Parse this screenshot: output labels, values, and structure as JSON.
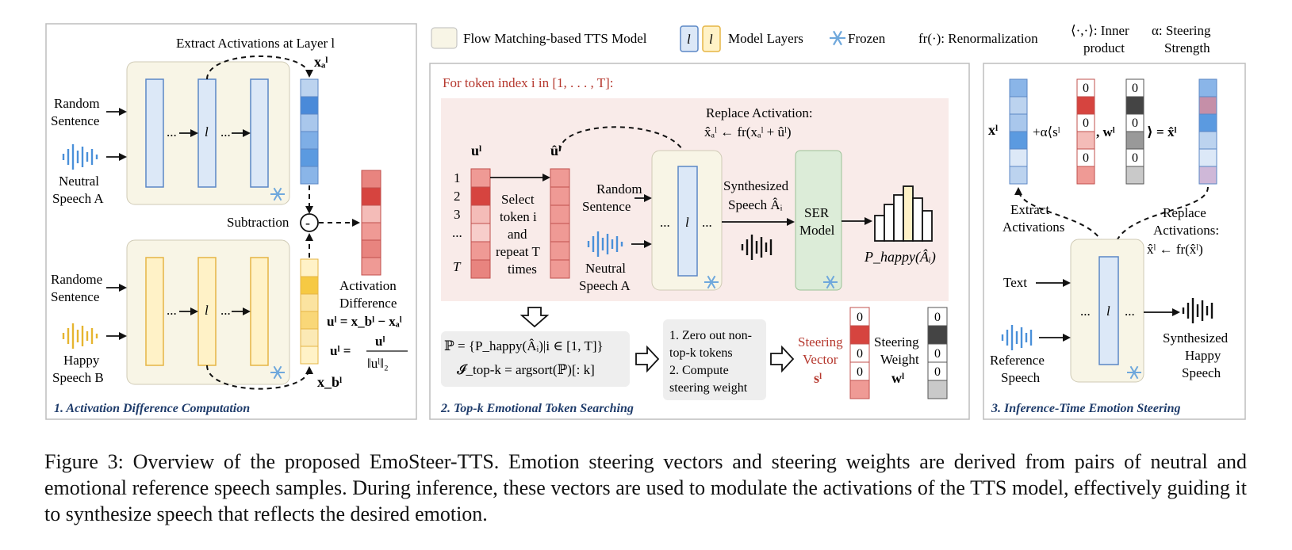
{
  "legend": {
    "tts_model": "Flow Matching-based TTS Model",
    "layer_l1": "l",
    "layer_l2": "l",
    "model_layers": "Model Layers",
    "frozen": "Frozen",
    "renorm": "fr(·): Renormalization",
    "inner_product_1": "⟨·,·⟩: Inner",
    "inner_product_2": "product",
    "alpha_1": "α: Steering",
    "alpha_2": "Strength"
  },
  "panel1": {
    "extract_title": "Extract Activations at Layer l",
    "xa": "xₐˡ",
    "random_sentence_1": "Random",
    "random_sentence_2": "Sentence",
    "neutral_1": "Neutral",
    "neutral_2": "Speech A",
    "dots": "...",
    "layer": "l",
    "subtraction": "Subtraction",
    "minus": "-",
    "randome_sentence_1": "Randome",
    "randome_sentence_2": "Sentence",
    "happy_1": "Happy",
    "happy_2": "Speech B",
    "xb": "x_bˡ",
    "act_diff_1": "Activation",
    "act_diff_2": "Difference",
    "eq1": "uˡ = x_bˡ − xₐˡ",
    "eq2_lhs": "uˡ =",
    "eq2_num": "uˡ",
    "eq2_den": "‖uˡ‖₂",
    "label": "1. Activation Difference Computation"
  },
  "panel2": {
    "header": "For token index i in [1, . . . , T]:",
    "replace_1": "Replace Activation:",
    "replace_2": "x̂ₐˡ ← fr(xₐˡ + ûˡ)",
    "u": "uˡ",
    "uhat": "ûˡ",
    "token_labels": [
      "1",
      "2",
      "3",
      "...",
      "T"
    ],
    "select_lines": [
      "Select",
      "token i",
      "and",
      "repeat T",
      "times"
    ],
    "random_sentence_1": "Random",
    "random_sentence_2": "Sentence",
    "neutral_1": "Neutral",
    "neutral_2": "Speech A",
    "synth_1": "Synthesized",
    "synth_2": "Speech Âᵢ",
    "ser_1": "SER",
    "ser_2": "Model",
    "phappy": "P_happy(Âᵢ)",
    "dots": "...",
    "layer": "l",
    "set_eq": "ℙ = {P_happy(Âᵢ)|i ∈ [1, T]}",
    "topk_eq": "𝓘_top-k = argsort(ℙ)[: k]",
    "step_1a": "1. Zero out non-",
    "step_1b": "top-k tokens",
    "step_2a": "2. Compute",
    "step_2b": "steering weight",
    "sv_1": "Steering",
    "sv_2": "Vector",
    "sv_3": "sˡ",
    "sw_1": "Steering",
    "sw_2": "Weight",
    "sw_3": "wˡ",
    "zero": "0",
    "label": "2. Top-k Emotional Token Searching"
  },
  "panel3": {
    "xl": "xˡ",
    "plus_alpha": "+α⟨sˡ",
    "comma_w": ", wˡ",
    "eq_end": "⟩ = x̂ˡ",
    "zero": "0",
    "extract_1": "Extract",
    "extract_2": "Activations",
    "replace_1": "Replace",
    "replace_2": "Activations:",
    "replace_3": "x̂ˡ ← fr(x̂ˡ)",
    "text": "Text",
    "ref_1": "Reference",
    "ref_2": "Speech",
    "synth_1": "Synthesized",
    "synth_2": "Happy",
    "synth_3": "Speech",
    "dots": "...",
    "layer": "l",
    "label": "3. Inference-Time Emotion Steering"
  },
  "caption": "Figure 3: Overview of the proposed EmoSteer-TTS. Emotion steering vectors and steering weights are derived from pairs of neutral and emotional reference speech samples. During inference, these vectors are used to modulate the activations of the TTS model, effectively guiding it to synthesize speech that reflects the desired emotion.",
  "colors": {
    "tts_bg": "#f8f5e6",
    "layer_blue": "#dce8f7",
    "layer_blue_stroke": "#5b87c5",
    "layer_yellow": "#fff2c7",
    "layer_yellow_stroke": "#e6b545",
    "pink_bg": "#f9ebe9",
    "ser_green": "#dcecd8",
    "section_blue": "#1f3c6b",
    "steering_red": "#b5372d"
  }
}
